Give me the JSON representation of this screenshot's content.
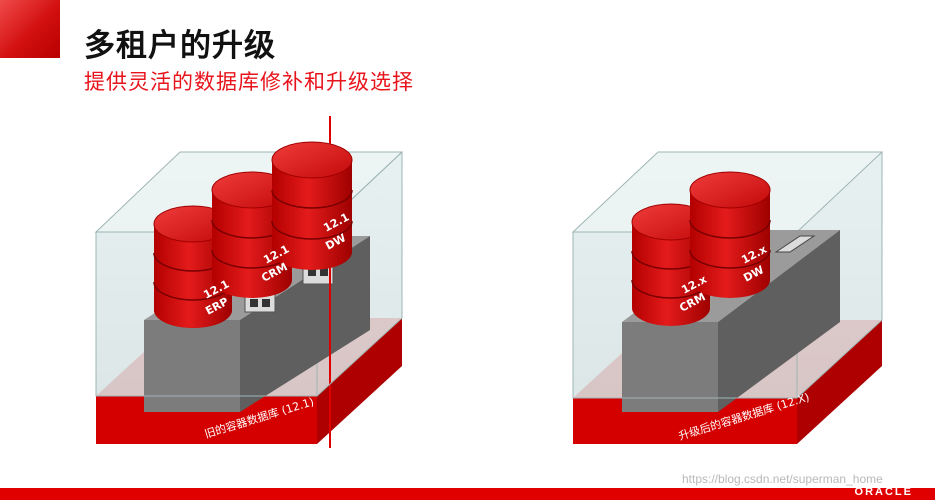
{
  "header": {
    "title": "多租户的升级",
    "subtitle": "提供灵活的数据库修补和升级选择"
  },
  "left_diagram": {
    "base_label": "旧的容器数据库 (12.1)",
    "databases": [
      {
        "version": "12.1",
        "name": "ERP"
      },
      {
        "version": "12.1",
        "name": "CRM"
      },
      {
        "version": "12.1",
        "name": "DW"
      }
    ]
  },
  "right_diagram": {
    "base_label": "升级后的容器数据库 (12.X)",
    "databases": [
      {
        "version": "12.x",
        "name": "CRM"
      },
      {
        "version": "12.x",
        "name": "DW"
      }
    ]
  },
  "footer": {
    "watermark": "https://blog.csdn.net/superman_home",
    "logo": "ORACLE"
  },
  "colors": {
    "brand_red": "#e00000",
    "subtitle_red": "#e8141c",
    "container_gray": "#8c8c8c"
  }
}
